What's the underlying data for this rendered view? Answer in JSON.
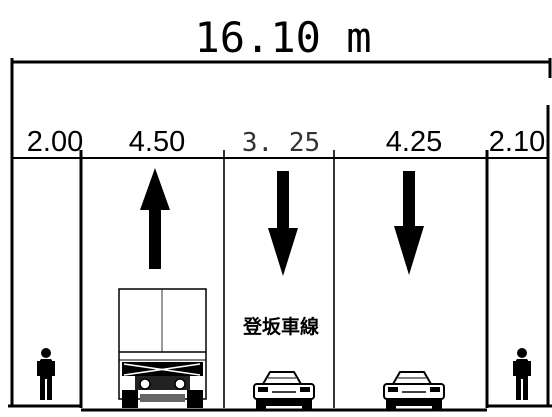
{
  "total_width": "16.10 m",
  "lanes": [
    {
      "id": "sidewalk-left",
      "width": "2.00"
    },
    {
      "id": "lane-up",
      "width": "4.50",
      "direction": "up"
    },
    {
      "id": "climbing-lane",
      "width": "3. 25",
      "direction": "down",
      "note": "登坂車線"
    },
    {
      "id": "lane-down",
      "width": "4.25",
      "direction": "down"
    },
    {
      "id": "sidewalk-right",
      "width": "2.10"
    }
  ],
  "icons": [
    "pedestrian-icon",
    "truck-icon",
    "car-icon",
    "car-icon",
    "pedestrian-icon"
  ]
}
